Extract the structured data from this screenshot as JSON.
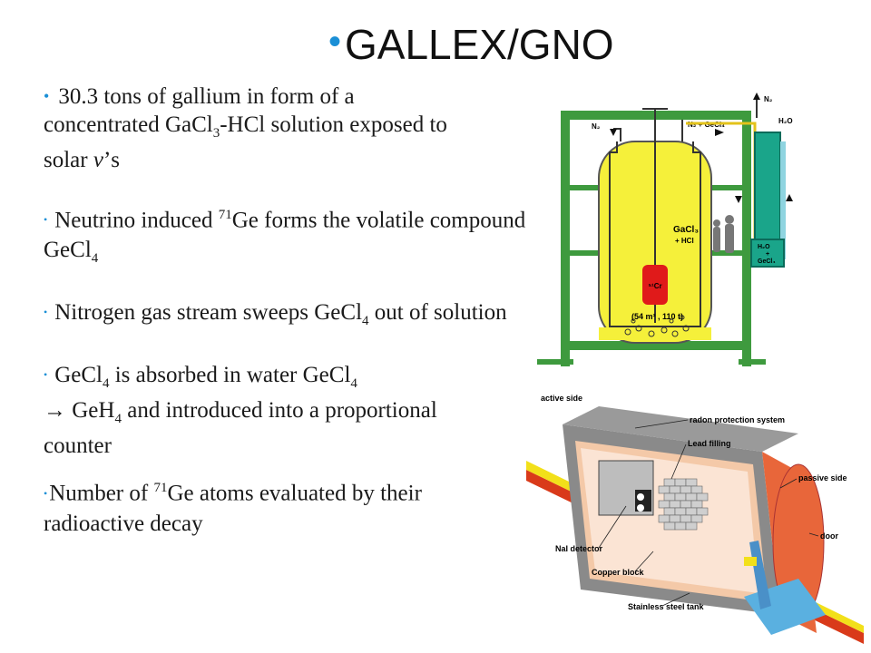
{
  "slide": {
    "title": "GALLEX/GNO",
    "bullets": {
      "b1_pre": "30.3 tons of  gallium in form of  a concentrated GaCl",
      "b1_sub": "3",
      "b1_mid": "-HCl solution exposed to solar ",
      "b1_nu": "ν",
      "b1_post": "’s",
      "b2_pre": "Neutrino induced ",
      "b2_sup": "71",
      "b2_mid": "Ge forms the volatile compound GeCl",
      "b2_sub": "4",
      "b3_pre": "Nitrogen gas stream sweeps GeCl",
      "b3_sub": "4",
      "b3_post": " out of  solution",
      "b4_pre": "GeCl",
      "b4_sub1": "4",
      "b4_mid": " is absorbed in water GeCl",
      "b4_sub2": "4",
      "b4_arrow": "→",
      "b4_gep": " GeH",
      "b4_sub3": "4",
      "b4_post": " and introduced into a proportional counter",
      "b5_pre": "Number of  ",
      "b5_sup": "71",
      "b5_post": "Ge atoms evaluated by their radioactive decay"
    }
  },
  "figure_tank": {
    "n2_left": "N₂",
    "n2_top": "N₂",
    "n2_gecl4": "N₂ + GeCl₄",
    "h2o_top": "H₂O",
    "gacl3": "GaCl₃",
    "hcl": "+ HCl",
    "source": "⁵¹Cr",
    "volume": "(54 m³ , 110 t)",
    "column_bottom_1": "H₂O",
    "column_bottom_2": "+",
    "column_bottom_3": "GeCl₄"
  },
  "figure_lab": {
    "active_side": "active side",
    "radon": "radon protection system",
    "lead": "Lead filling",
    "passive_side": "passive side",
    "door": "door",
    "nai": "NaI detector",
    "copper": "Copper block",
    "steel": "Stainless steel tank"
  },
  "colors": {
    "bullet_accent": "#1a8fd6",
    "tank_yellow": "#f5f03a",
    "frame_green": "#3e9a3e",
    "column_teal": "#1aa58a",
    "shield_orange": "#e8663a"
  }
}
